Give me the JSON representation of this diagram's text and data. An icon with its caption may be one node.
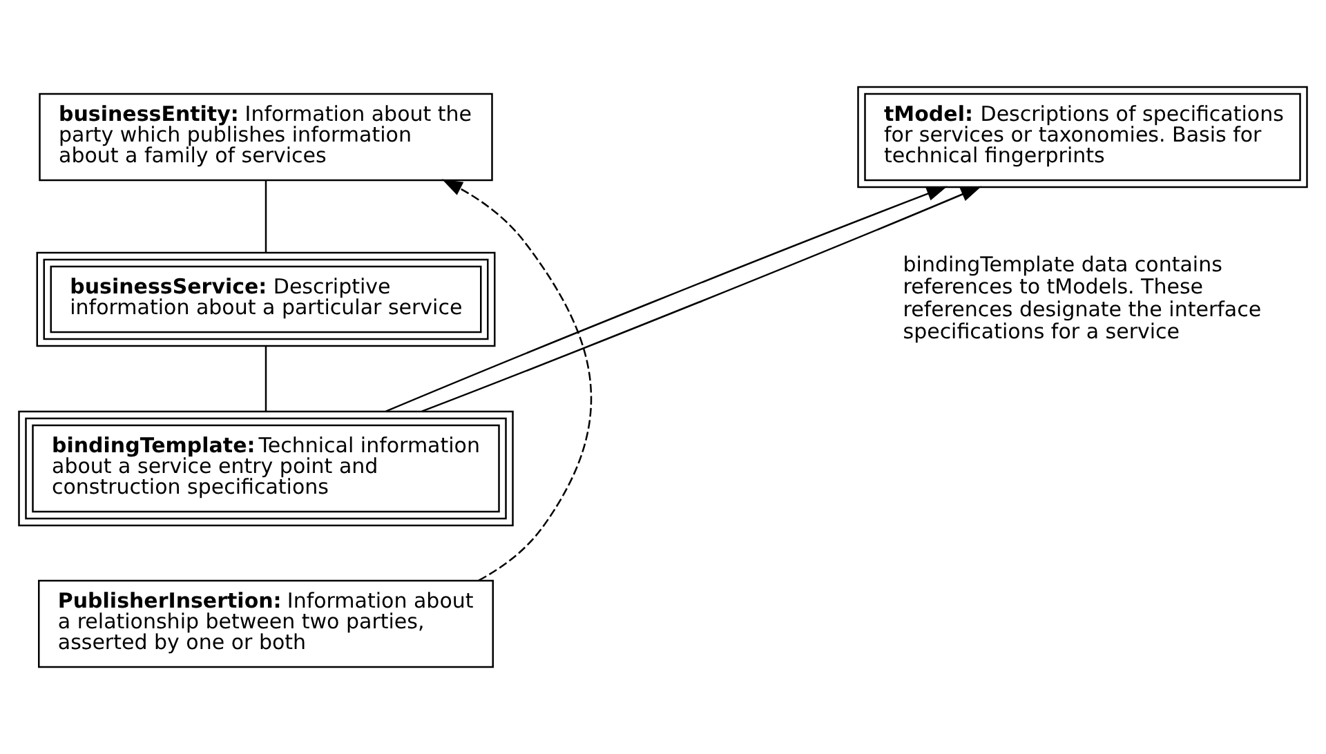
{
  "diagram": {
    "nodes": [
      {
        "text": [
          "**businessEntity:** Information about the party which publishes information about a family of services"
        ]
      },
      {
        "text": [
          "**businessService:** Descriptive information about a particular service"
        ]
      },
      {
        "text": [
          "**bindingTemplate:** Technical information about a service entry point and construction specifications"
        ]
      },
      {
        "text": [
          "**tModel:** Descriptions of specifications for services or taxonomies. Basis for technical fingerprints"
        ]
      },
      {
        "text": [
          "**PublisherInsertion:** Information about a relationship between two parties, asserted by one or both"
        ]
      }
    ],
    "edges": [
      {
        "from": 0,
        "to": 1,
        "arrow": "none"
      },
      {
        "from": 1,
        "to": 2,
        "arrow": "none"
      },
      {
        "from": 2,
        "to": 3,
        "arrow": "to"
      },
      {
        "from": 2,
        "to": 3,
        "arrow": "to"
      },
      {
        "from": 4,
        "to": 0,
        "arrow": "to",
        "style": "dashed"
      }
    ],
    "labels": [
      "bindingTemplate data contains references to tModels. These references designate the interface specifications for a service"
    ]
  }
}
